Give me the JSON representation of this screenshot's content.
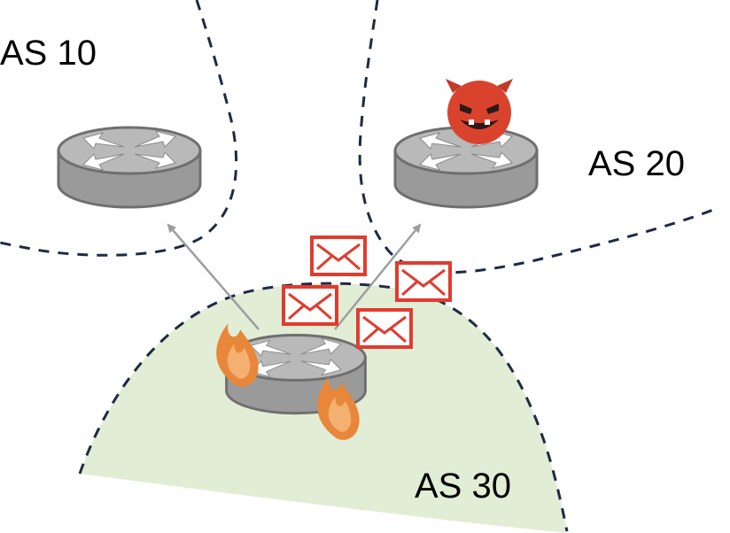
{
  "as_labels": {
    "as10": "AS 10",
    "as20": "AS 20",
    "as30": "AS 30"
  },
  "colors": {
    "boundary": "#1f2a44",
    "as30_fill": "#e2edd5",
    "router_body": "#9a9a9a",
    "router_top": "#b9b9b9",
    "router_outline": "#6f6f6f",
    "router_arrows": "#ffffff",
    "link_arrow": "#9e9e9e",
    "envelope": "#e23b2e",
    "fire_outer": "#e8873a",
    "fire_inner": "#f3b070",
    "devil": "#d9432e"
  },
  "icons": {
    "router": "router-icon",
    "envelope": "envelope-icon",
    "fire": "fire-icon",
    "attacker": "devil-icon"
  }
}
